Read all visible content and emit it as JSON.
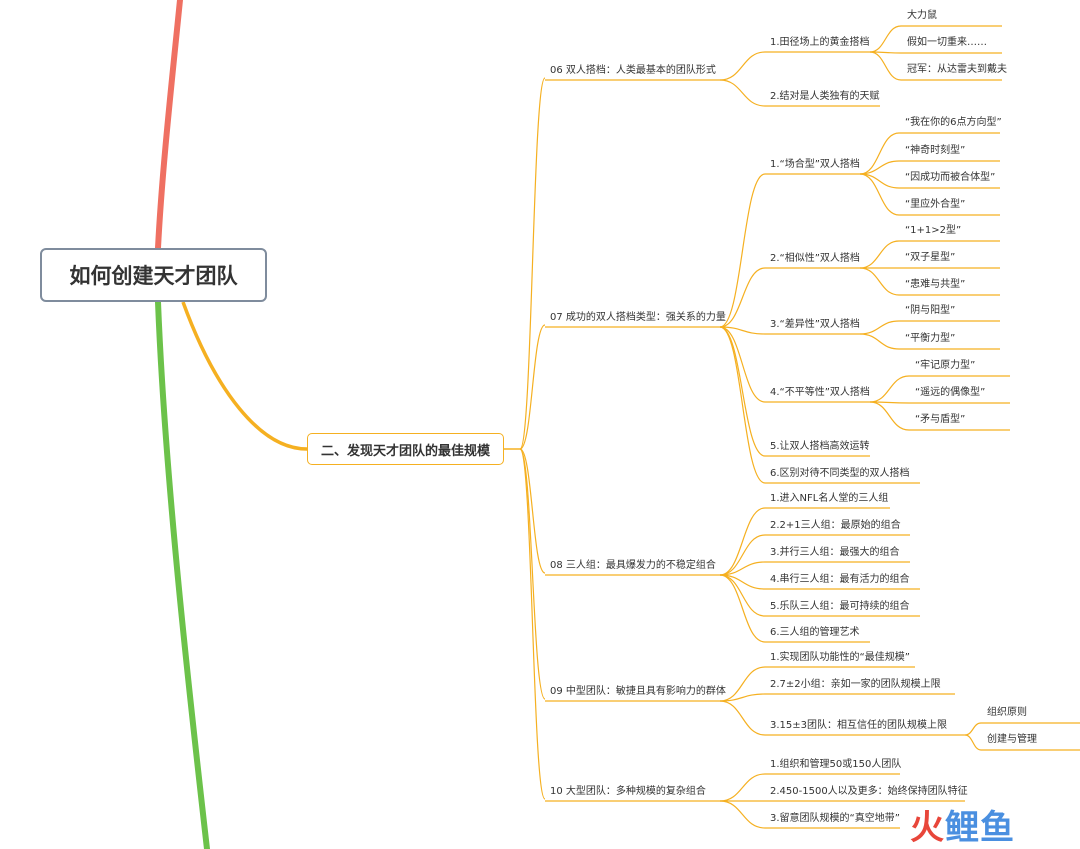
{
  "root": {
    "label": "如何创建天才团队"
  },
  "branch": {
    "label": "二、发现天才团队的最佳规模"
  },
  "colors": {
    "top_branch": "#ef7062",
    "bottom_branch": "#6cc24a",
    "accent": "#f5b021",
    "root_border": "#7f8c9d"
  },
  "sections": [
    {
      "label": "06 双人搭档：人类最基本的团队形式",
      "children": [
        {
          "label": "1.田径场上的黄金搭档",
          "children": [
            "大力鼠",
            "假如一切重来……",
            "冠军：从达雷夫到戴夫"
          ]
        },
        {
          "label": "2.结对是人类独有的天赋",
          "children": []
        }
      ]
    },
    {
      "label": "07 成功的双人搭档类型：强关系的力量",
      "children": [
        {
          "label": "1.“场合型”双人搭档",
          "children": [
            "“我在你的6点方向型”",
            "“神奇时刻型”",
            "“因成功而被合体型”",
            "“里应外合型”"
          ]
        },
        {
          "label": "2.“相似性”双人搭档",
          "children": [
            "“1+1>2型”",
            "“双子星型”",
            "“患难与共型”"
          ]
        },
        {
          "label": "3.“差异性”双人搭档",
          "children": [
            "“阴与阳型”",
            "“平衡力型”"
          ]
        },
        {
          "label": "4.“不平等性”双人搭档",
          "children": [
            "“牢记原力型”",
            "“遥远的偶像型”",
            "“矛与盾型”"
          ]
        },
        {
          "label": "5.让双人搭档高效运转",
          "children": []
        },
        {
          "label": "6.区别对待不同类型的双人搭档",
          "children": []
        }
      ]
    },
    {
      "label": "08 三人组：最具爆发力的不稳定组合",
      "children": [
        {
          "label": "1.进入NFL名人堂的三人组",
          "children": []
        },
        {
          "label": "2.2+1三人组：最原始的组合",
          "children": []
        },
        {
          "label": "3.并行三人组：最强大的组合",
          "children": []
        },
        {
          "label": "4.串行三人组：最有活力的组合",
          "children": []
        },
        {
          "label": "5.乐队三人组：最可持续的组合",
          "children": []
        },
        {
          "label": "6.三人组的管理艺术",
          "children": []
        }
      ]
    },
    {
      "label": "09 中型团队：敏捷且具有影响力的群体",
      "children": [
        {
          "label": "1.实现团队功能性的“最佳规模”",
          "children": []
        },
        {
          "label": "2.7±2小组：亲如一家的团队规模上限",
          "children": []
        },
        {
          "label": "3.15±3团队：相互信任的团队规模上限",
          "children": [
            "组织原则",
            "创建与管理"
          ]
        }
      ]
    },
    {
      "label": "10 大型团队：多种规模的复杂组合",
      "children": [
        {
          "label": "1.组织和管理50或150人团队",
          "children": []
        },
        {
          "label": "2.450-1500人以及更多：始终保持团队特征",
          "children": []
        },
        {
          "label": "3.留意团队规模的“真空地带”",
          "children": []
        }
      ]
    }
  ],
  "watermark": {
    "part1": "火",
    "part2": "鲤鱼"
  }
}
